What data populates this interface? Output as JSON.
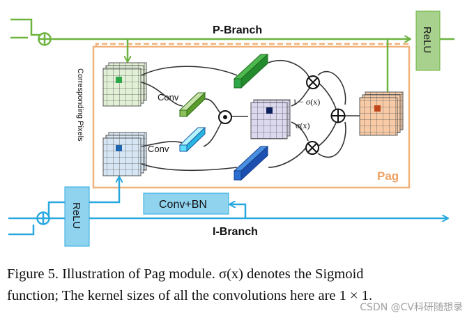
{
  "labels": {
    "p_branch": "P-Branch",
    "i_branch": "I-Branch",
    "relu_top": "ReLU",
    "relu_bottom": "ReLU",
    "conv_bn": "Conv+BN",
    "conv_top": "Conv",
    "conv_bottom": "Conv",
    "pag": "Pag",
    "corresponding_pixels": "Corresponding Pixels",
    "one_minus_sigma": "1 − σ(x)",
    "sigma": "σ(x)",
    "dot_op": "⊙",
    "mul_op": "⊗",
    "add_op": "⊕"
  },
  "caption": {
    "line1": "Figure 5.  Illustration of Pag module.  σ(x) denotes the Sigmoid",
    "line2": "function; The kernel sizes of all the convolutions here are 1 × 1."
  },
  "watermark": "CSDN @CV科研随想录",
  "colors": {
    "green_line": "#6cb33f",
    "blue_line": "#29a8e0",
    "relu_green": "#a9d18e",
    "relu_blue": "#8fd3ef",
    "pag_border": "#f0b27a",
    "pag_text": "#f0a060"
  }
}
